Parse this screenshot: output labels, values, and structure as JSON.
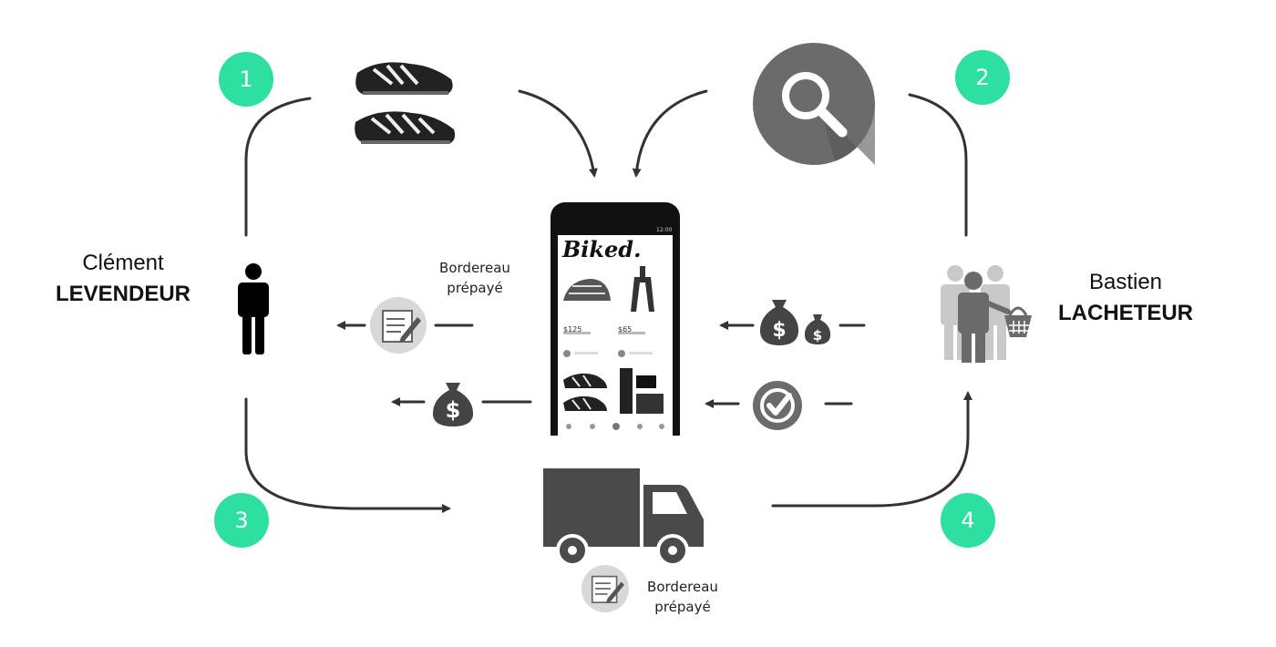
{
  "steps": [
    "1",
    "2",
    "3",
    "4"
  ],
  "seller": {
    "first_name": "Clément",
    "last_name": "LEVENDEUR"
  },
  "buyer": {
    "first_name": "Bastien",
    "last_name": "LACHETEUR"
  },
  "label_prepaid": {
    "line1": "Bordereau",
    "line2": "prépayé"
  },
  "label_prepaid_truck": {
    "line1": "Bordereau",
    "line2": "prépayé"
  },
  "app": {
    "brand": "Biked.",
    "price_1": "$125",
    "price_2": "$65",
    "time": "12:00"
  },
  "colors": {
    "accent_green": "#2ee0a0",
    "icon_dark": "#4a4a4a",
    "line": "#333333"
  }
}
